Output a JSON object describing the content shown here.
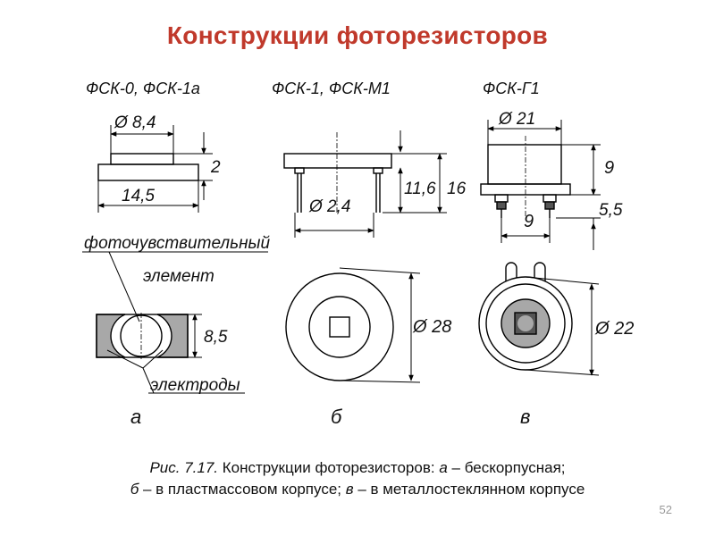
{
  "slide": {
    "title": "Конструкции фоторезисторов",
    "page_number": "52"
  },
  "variants": {
    "a": {
      "header": "ФСК-0, ФСК-1а",
      "dim_diameter": "Ø 8,4",
      "dim_height": "2",
      "dim_width": "14,5",
      "dim_side": "8,5",
      "label_element_line1": "фоточувствительный",
      "label_element_line2": "элемент",
      "label_electrodes": "электроды",
      "letter": "а"
    },
    "b": {
      "header": "ФСК-1, ФСК-М1",
      "dim_pin_spacing": "Ø 2,4",
      "dim_height_1": "11,6",
      "dim_height_2": "16",
      "dim_diameter": "Ø 28",
      "letter": "б"
    },
    "v": {
      "header": "ФСК-Г1",
      "dim_diameter_top": "Ø 21",
      "dim_height": "9",
      "dim_pin_spacing": "9",
      "dim_pin_length": "5,5",
      "dim_diameter": "Ø 22",
      "letter": "в"
    }
  },
  "caption": {
    "prefix": "Рис. 7.17.",
    "text1": " Конструкции фоторезисторов: ",
    "a": "а",
    "text2": " – бескорпусная;",
    "b": "б",
    "text3": " – в пластмассовом корпусе; ",
    "v": "в",
    "text4": " – в металлостеклянном корпусе"
  }
}
